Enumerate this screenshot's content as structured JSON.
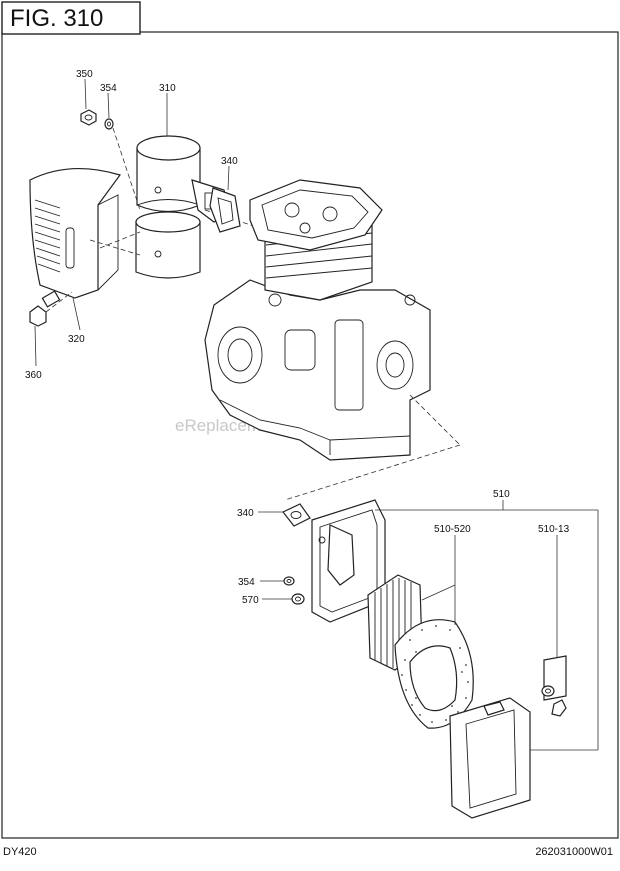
{
  "figure": {
    "title": "FIG. 310"
  },
  "callouts": {
    "c350": "350",
    "c354_top": "354",
    "c310": "310",
    "c340_top": "340",
    "c320": "320",
    "c360": "360",
    "c510": "510",
    "c340_bottom": "340",
    "c510_520": "510-520",
    "c510_13": "510-13",
    "c354_bottom": "354",
    "c570": "570"
  },
  "watermark": "eReplacementParts.com",
  "footer": {
    "model": "DY420",
    "doc_number": "262031000W01"
  }
}
